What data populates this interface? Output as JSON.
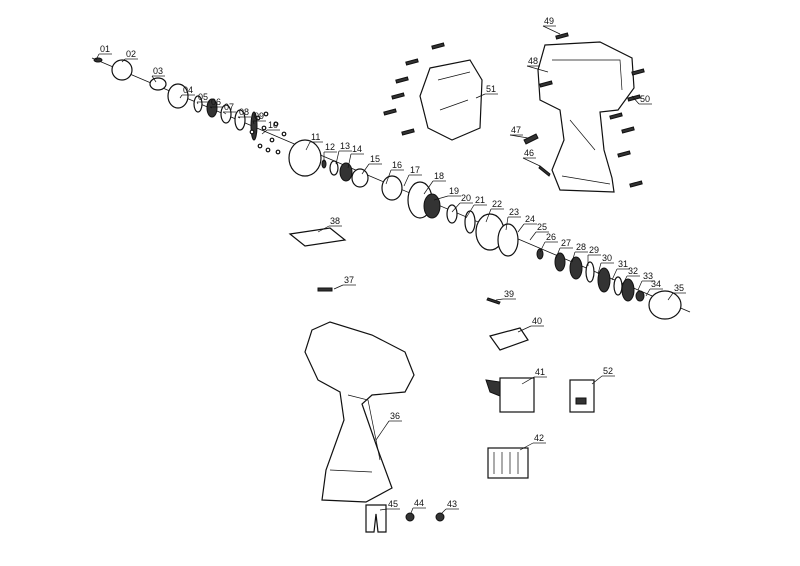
{
  "title": "Exploded parts diagram - cordless drill",
  "part_labels": [
    "01",
    "02",
    "03",
    "04",
    "05",
    "06",
    "07",
    "08",
    "09",
    "10",
    "11",
    "12",
    "13",
    "14",
    "15",
    "16",
    "17",
    "18",
    "19",
    "20",
    "21",
    "22",
    "23",
    "24",
    "25",
    "26",
    "27",
    "28",
    "29",
    "30",
    "31",
    "32",
    "33",
    "34",
    "35",
    "36",
    "37",
    "38",
    "39",
    "40",
    "41",
    "42",
    "43",
    "44",
    "45",
    "46",
    "47",
    "48",
    "49",
    "50",
    "51",
    "52"
  ]
}
